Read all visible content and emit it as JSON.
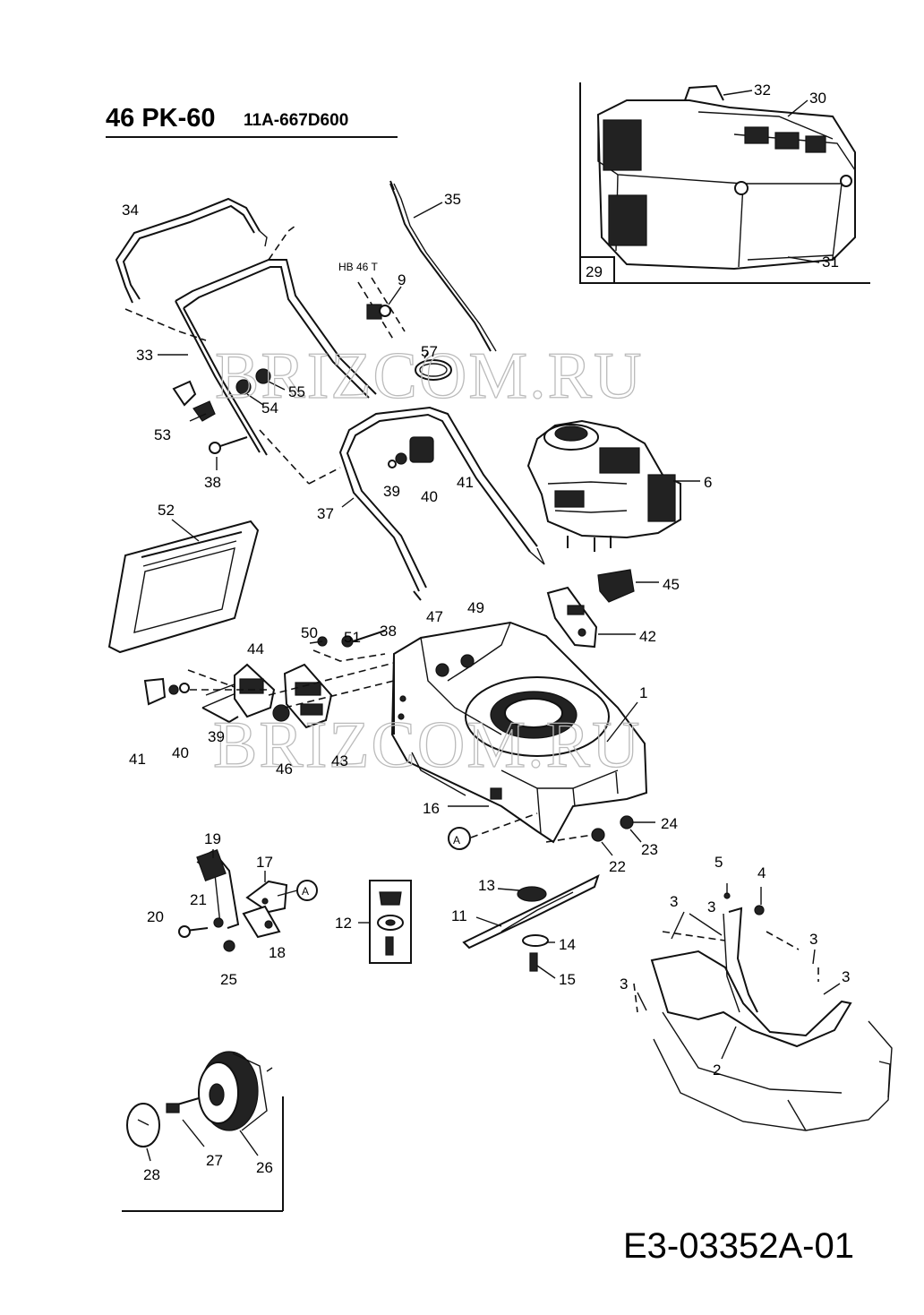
{
  "header": {
    "model": "46 PK-60",
    "part_number": "11A-667D600"
  },
  "inset": {
    "panel_number": "29",
    "callouts": [
      "32",
      "30",
      "31"
    ]
  },
  "small_labels": {
    "hb": "HB 46 T",
    "ref_a1": "A",
    "ref_a2": "A"
  },
  "watermark": {
    "text1": "BRIZCOM.RU",
    "text2": "BRIZCOM.RU"
  },
  "callouts": [
    "34",
    "35",
    "33",
    "9",
    "57",
    "55",
    "54",
    "53",
    "38",
    "39",
    "40",
    "41",
    "6",
    "37",
    "52",
    "45",
    "47",
    "49",
    "42",
    "50",
    "51",
    "38",
    "44",
    "1",
    "41",
    "40",
    "39",
    "46",
    "43",
    "16",
    "24",
    "23",
    "22",
    "19",
    "17",
    "5",
    "4",
    "13",
    "21",
    "20",
    "12",
    "11",
    "14",
    "3",
    "3",
    "3",
    "3",
    "3",
    "18",
    "25",
    "15",
    "2",
    "28",
    "27",
    "26"
  ],
  "footer": {
    "drawing_code": "E3-03352A-01"
  }
}
